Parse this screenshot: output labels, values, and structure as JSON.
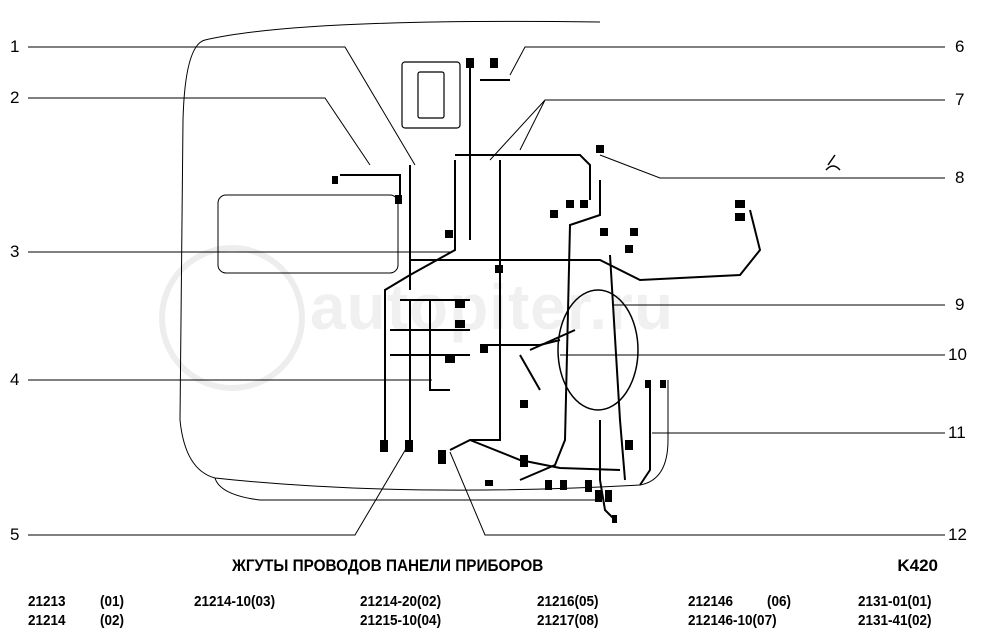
{
  "diagram": {
    "title": "ЖГУТЫ ПРОВОДОВ ПАНЕЛИ ПРИБОРОВ",
    "code": "K420",
    "callouts_left": [
      "1",
      "2",
      "3",
      "4",
      "5"
    ],
    "callouts_right": [
      "6",
      "7",
      "8",
      "9",
      "10",
      "11",
      "12"
    ],
    "watermark": "autopiter.ru"
  },
  "applicability": [
    [
      "21213",
      "(01)"
    ],
    [
      "21214",
      "(02)"
    ],
    [
      "21214-10(03)",
      ""
    ],
    [
      "21214-20(02)",
      ""
    ],
    [
      "21215-10(04)",
      ""
    ],
    [
      "21216(05)",
      ""
    ],
    [
      "21217(08)",
      ""
    ],
    [
      "212146",
      "(06)"
    ],
    [
      "212146-10(07)",
      ""
    ],
    [
      "2131-01(01)",
      ""
    ],
    [
      "2131-41(02)",
      ""
    ]
  ]
}
